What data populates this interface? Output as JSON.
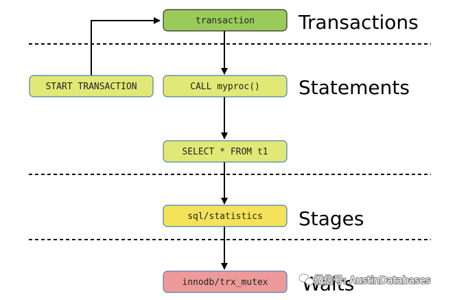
{
  "levels": {
    "transactions": "Transactions",
    "statements": "Statements",
    "stages": "Stages",
    "waits": "Waits"
  },
  "nodes": {
    "transaction": "transaction",
    "start_transaction": "START TRANSACTION",
    "call_myproc": "CALL myproc()",
    "select": "SELECT * FROM t1",
    "sql_statistics": "sql/statistics",
    "innodb_trx_mutex": "innodb/trx_mutex"
  },
  "watermark": {
    "text": "微信号: AustinDatabases"
  },
  "colors": {
    "transaction_fill": "#9acb5a",
    "statement_fill": "#e2e875",
    "stage_fill": "#f4e35a",
    "wait_fill": "#ef9a9a",
    "node_stroke": "#4a7fb3"
  }
}
